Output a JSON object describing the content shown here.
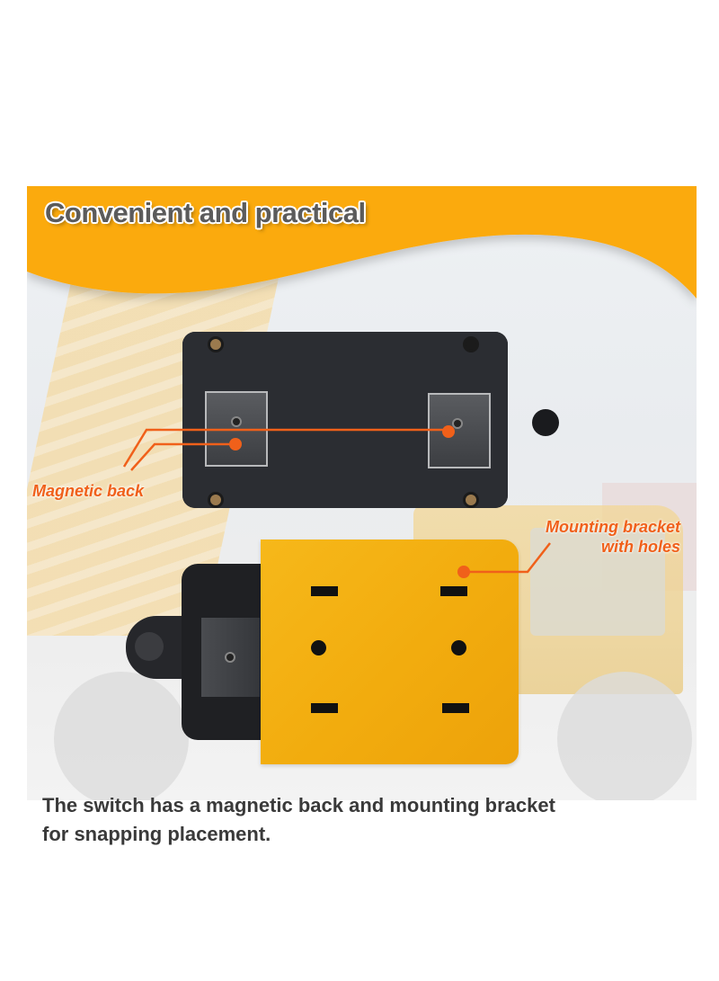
{
  "banner": {
    "headline": "Convenient and practical",
    "colors": {
      "accent_orange": "#fbaa10",
      "callout_orange": "#f0601a",
      "headline_gray": "#5b5b5b",
      "bracket_yellow": "#f2ac0e"
    }
  },
  "callouts": {
    "magnetic_back": "Magnetic back",
    "mounting_bracket_line1": "Mounting bracket",
    "mounting_bracket_line2": "with holes"
  },
  "caption": {
    "line1": "The switch has a magnetic back and mounting bracket",
    "line2": "for snapping placement."
  },
  "icons": {
    "magnet_plate": "magnet-plate-icon",
    "callout_dot": "callout-dot-icon"
  }
}
